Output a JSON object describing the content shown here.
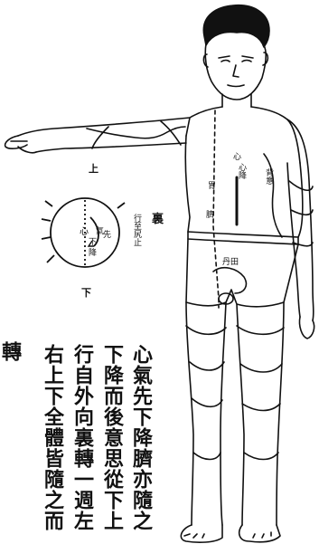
{
  "figure": {
    "column1": "心氣先下降臍亦隨之",
    "column2": "下降而後意思從下上",
    "column3": "行自外向裏轉一週左",
    "column4": "右上下全體皆隨之而",
    "column5": "轉",
    "compass": {
      "top": "上",
      "bottom": "下",
      "right": "裏",
      "inner_heart": "心",
      "inner_qi": "氣",
      "inner_xian": "先",
      "inner_xia": "下",
      "inner_jiang": "降",
      "right_small": "行至尻止"
    },
    "body_labels": {
      "heart_label": "心",
      "navel_label": "臍",
      "stomach_label": "胃",
      "dantian_label": "丹田",
      "chest_label": "心降",
      "flank_label": "背意"
    }
  }
}
